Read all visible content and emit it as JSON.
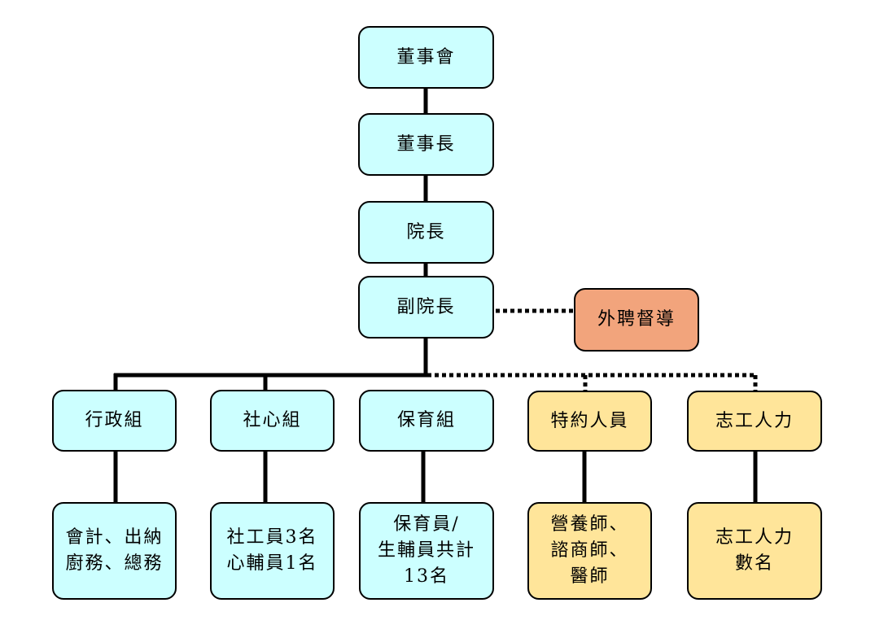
{
  "colors": {
    "cyan": "#ccffff",
    "orange": "#f2a47c",
    "yellow": "#ffe59a",
    "line": "#000000"
  },
  "nodes": {
    "board": "董事會",
    "chairman": "董事長",
    "director": "院長",
    "vice_director": "副院長",
    "external_supervisor": "外聘督導",
    "admin": "行政組",
    "social": "社心組",
    "care": "保育組",
    "contract": "特約人員",
    "volunteer": "志工人力",
    "admin_detail": "會計、出納\n廚務、總務",
    "social_detail": "社工員3名\n心輔員1名",
    "care_detail": "保育員/\n生輔員共計\n13名",
    "contract_detail": "營養師、\n諮商師、\n醫師",
    "volunteer_detail": "志工人力\n數名"
  }
}
